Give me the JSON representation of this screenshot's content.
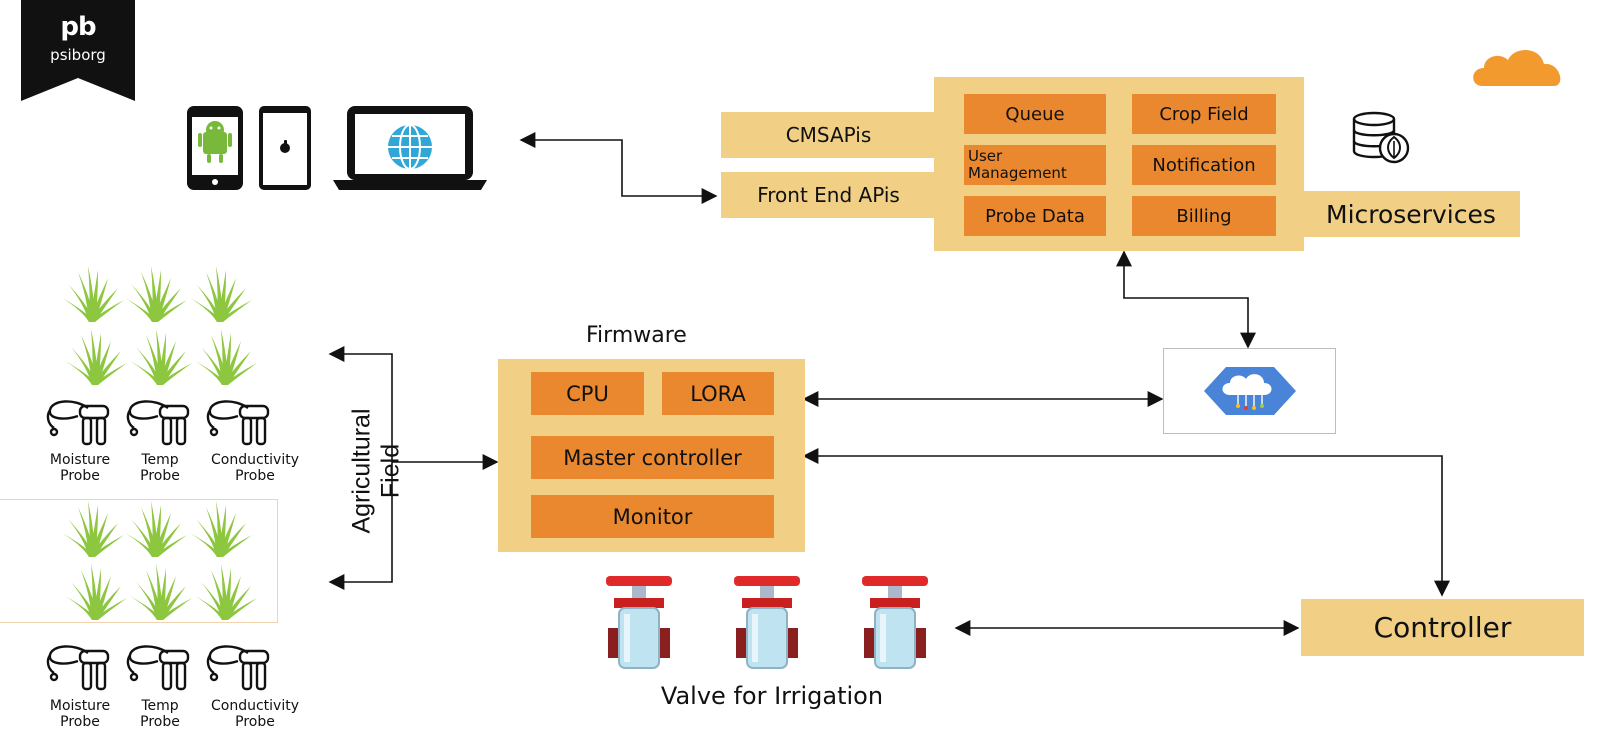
{
  "brand": {
    "name": "psiborg",
    "mark": "pb"
  },
  "api": {
    "cms": "CMSAPis",
    "front_end": "Front End APis"
  },
  "services": {
    "queue": "Queue",
    "crop_field": "Crop Field",
    "user_management": "User Management",
    "notification": "Notification",
    "probe_data": "Probe Data",
    "billing": "Billing",
    "microservices": "Microservices"
  },
  "firmware": {
    "title": "Firmware",
    "cpu": "CPU",
    "lora": "LORA",
    "master_controller": "Master controller",
    "monitor": "Monitor"
  },
  "field": {
    "label": "Agricultural Field",
    "probes_top": [
      {
        "line1": "Moisture",
        "line2": "Probe"
      },
      {
        "line1": "Temp",
        "line2": "Probe"
      },
      {
        "line1": "Conductivity",
        "line2": "Probe"
      }
    ],
    "probes_bottom": [
      {
        "line1": "Moisture",
        "line2": "Probe"
      },
      {
        "line1": "Temp",
        "line2": "Probe"
      },
      {
        "line1": "Conductivity",
        "line2": "Probe"
      }
    ]
  },
  "valves": {
    "label": "Valve for Irrigation",
    "count": 3
  },
  "controller": {
    "label": "Controller"
  },
  "colors": {
    "light_box": "#f1cf85",
    "dark_box": "#e9882f",
    "cloud": "#f29a2e",
    "gateway": "#4a84d8",
    "grass": "#8dc63f"
  },
  "icons": [
    "android-phone-icon",
    "iphone-icon",
    "laptop-globe-icon",
    "cloud-icon",
    "database-leaf-icon",
    "iot-gateway-icon",
    "grass-icon",
    "probe-icon",
    "valve-icon"
  ]
}
